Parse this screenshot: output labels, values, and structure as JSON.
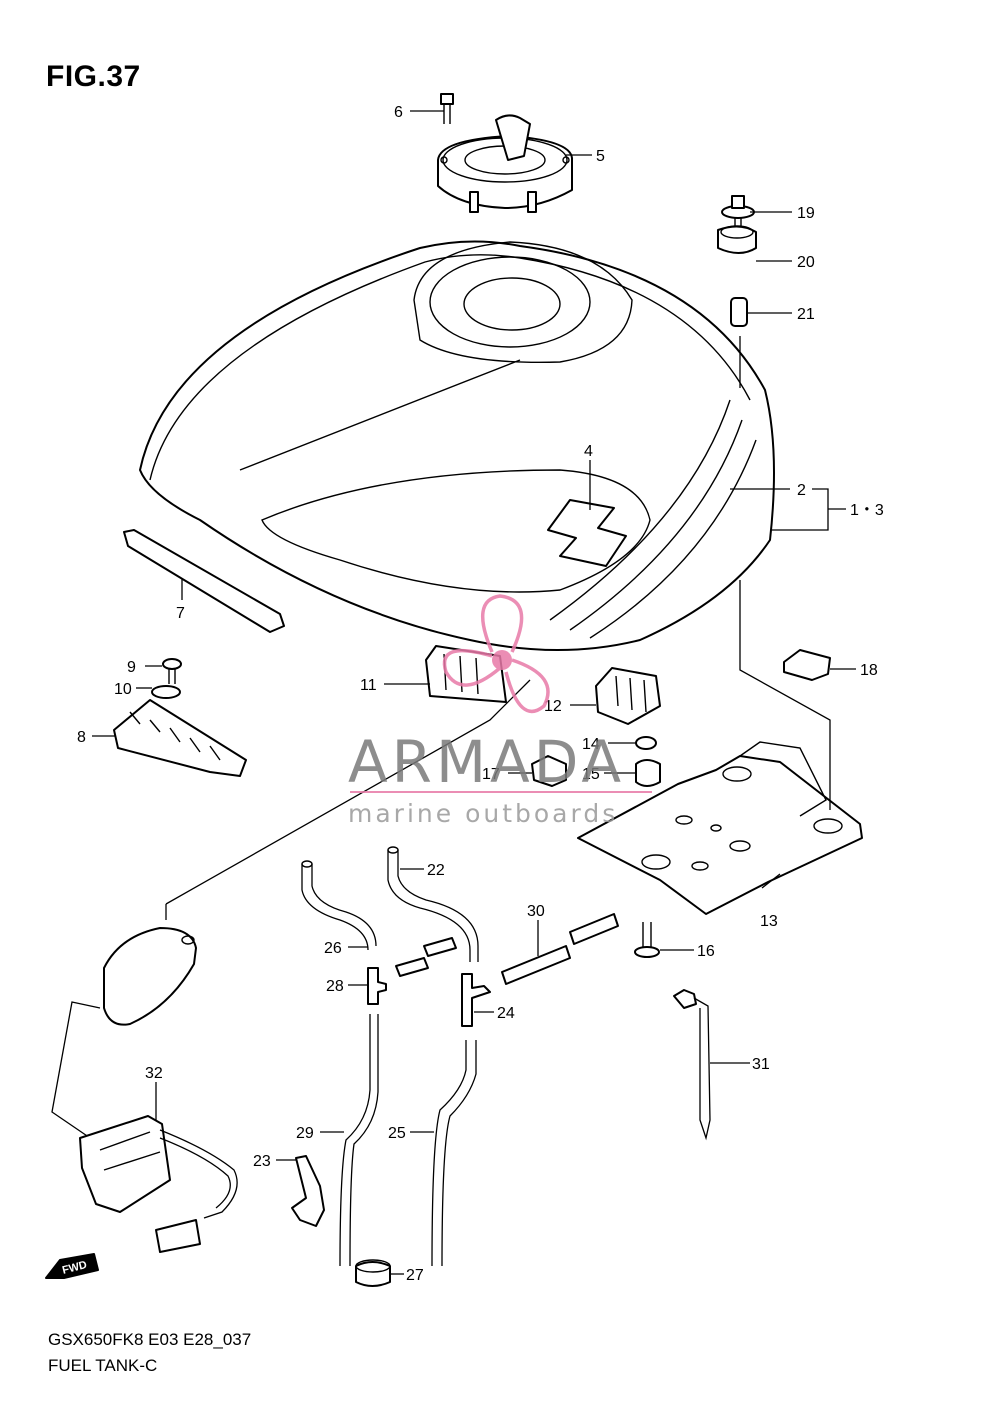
{
  "figure": {
    "title": "FIG.37",
    "model_code": "GSX650FK8 E03 E28_037",
    "name": "FUEL TANK-C",
    "fwd_label": "FWD"
  },
  "watermark": {
    "brand": "ARMADA",
    "tagline": "marine outboards",
    "accent_color": "#e87aa8"
  },
  "callouts": [
    "1・3",
    "2",
    "4",
    "5",
    "6",
    "7",
    "8",
    "9",
    "10",
    "11",
    "12",
    "13",
    "14",
    "15",
    "16",
    "17",
    "18",
    "19",
    "20",
    "21",
    "22",
    "23",
    "24",
    "25",
    "26",
    "27",
    "28",
    "29",
    "30",
    "31",
    "32"
  ]
}
